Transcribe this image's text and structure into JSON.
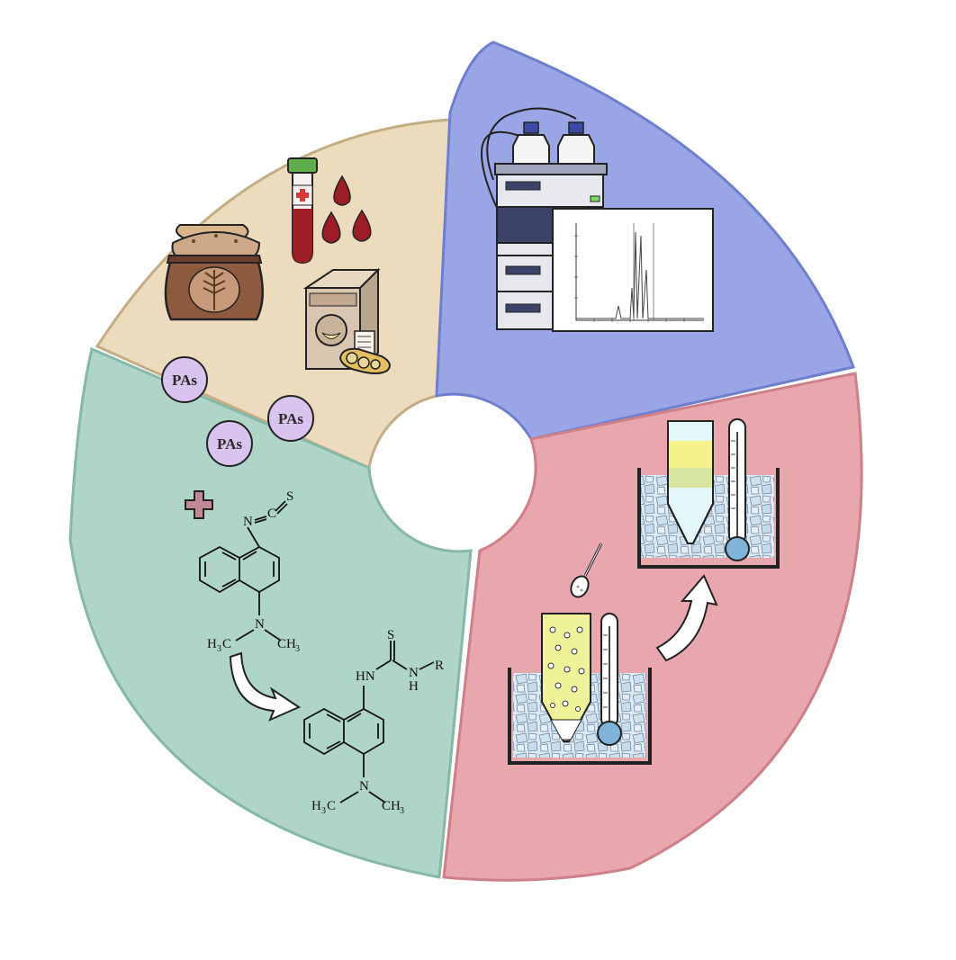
{
  "segments": [
    {
      "id": "samples",
      "fill": "#ecdcbd",
      "stroke": "#c3ad83"
    },
    {
      "id": "hplc",
      "fill": "#9aa5e6",
      "stroke": "#6f7fcf"
    },
    {
      "id": "extraction",
      "fill": "#e8a6ad",
      "stroke": "#cf7f88"
    },
    {
      "id": "derivatization",
      "fill": "#afd4c8",
      "stroke": "#86b8a8"
    }
  ],
  "analyte_badges": [
    "PAs",
    "PAs",
    "PAs"
  ],
  "badge_color": "#d8c4ef",
  "reagent": {
    "plus_sign": "+",
    "isothiocyanate_n": "N",
    "isothiocyanate_c": "C",
    "isothiocyanate_s": "S",
    "amine_n": "N",
    "methyl_left": "H",
    "methyl_left_sub": "3",
    "methyl_left_c": "C",
    "methyl_right": "CH",
    "methyl_right_sub": "3"
  },
  "product": {
    "thio_s": "S",
    "hn_left": "HN",
    "nh_n": "N",
    "nh_h": "H",
    "r_group": "R",
    "amine_n": "N",
    "methyl_left": "H",
    "methyl_left_sub": "3",
    "methyl_left_c": "C",
    "methyl_right": "CH",
    "methyl_right_sub": "3"
  },
  "icons": [
    "grain-sack-icon",
    "blood-tube-icon",
    "blood-drops-icon",
    "milk-powder-box-icon",
    "soybean-pod-icon",
    "hplc-instrument-icon",
    "chromatogram-icon",
    "ice-bath-icon",
    "thermometer-icon",
    "centrifuge-tube-icon",
    "spatula-icon",
    "curved-arrow-icon"
  ]
}
